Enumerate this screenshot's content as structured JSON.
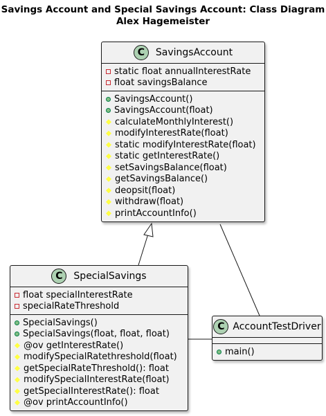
{
  "diagram": {
    "title_line1": "Savings Account and Special Savings Account: Class Diagram",
    "title_line2": "Alex Hagemeister",
    "stereotype_glyph": "C"
  },
  "classes": {
    "savings": {
      "name": "SavingsAccount",
      "fields": [
        {
          "vis": "private",
          "text": "static float annualInterestRate"
        },
        {
          "vis": "private",
          "text": "float savingsBalance"
        }
      ],
      "methods": [
        {
          "vis": "public",
          "text": "SavingsAccount()"
        },
        {
          "vis": "public",
          "text": "SavingsAccount(float)"
        },
        {
          "vis": "protected",
          "text": "calculateMonthlyInterest()"
        },
        {
          "vis": "protected",
          "text": "modifyInterestRate(float)"
        },
        {
          "vis": "protected",
          "text": "static modifyInterestRate(float)"
        },
        {
          "vis": "protected",
          "text": "static getInterestRate()"
        },
        {
          "vis": "protected",
          "text": "setSavingsBalance(float)"
        },
        {
          "vis": "protected",
          "text": "getSavingsBalance()"
        },
        {
          "vis": "protected",
          "text": "deopsit(float)"
        },
        {
          "vis": "protected",
          "text": "withdraw(float)"
        },
        {
          "vis": "protected",
          "text": "printAccountInfo()"
        }
      ]
    },
    "special": {
      "name": "SpecialSavings",
      "fields": [
        {
          "vis": "private",
          "text": "float specialInterestRate"
        },
        {
          "vis": "private",
          "text": "specialRateThreshold"
        }
      ],
      "methods": [
        {
          "vis": "public",
          "text": "SpecialSavings()"
        },
        {
          "vis": "public",
          "text": "SpecialSavings(float, float, float)"
        },
        {
          "vis": "protected",
          "text": "@ov getInterestRate()"
        },
        {
          "vis": "protected",
          "text": "modifySpecialRatethreshold(float)"
        },
        {
          "vis": "protected",
          "text": "getSpecialRateThreshold(): float"
        },
        {
          "vis": "protected",
          "text": "modifySpecialInterestRate(float)"
        },
        {
          "vis": "protected",
          "text": "getSpecialInterestRate(): float"
        },
        {
          "vis": "protected",
          "text": "@ov printAccountInfo()"
        }
      ]
    },
    "driver": {
      "name": "AccountTestDriver",
      "fields": [],
      "methods": [
        {
          "vis": "public",
          "text": "main()"
        }
      ]
    }
  },
  "colors": {
    "class_fill": "#f1f1f1",
    "border": "#181818",
    "badge": "#add1b2",
    "private": "#c82930",
    "public": "#84be84",
    "protected": "#ffff44"
  }
}
